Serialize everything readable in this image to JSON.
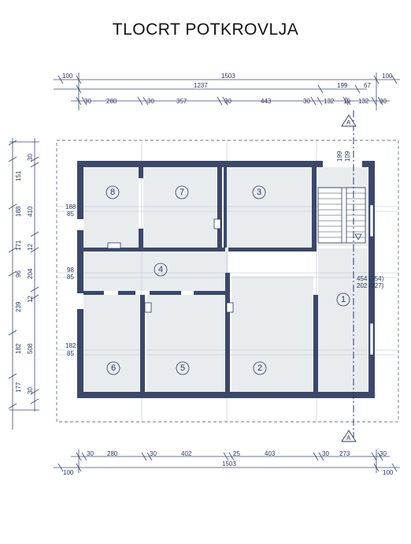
{
  "title": "TLOCRT  POTKROVLJA",
  "rooms": [
    "1",
    "2",
    "3",
    "4",
    "5",
    "6",
    "7",
    "8"
  ],
  "section_marker": "A",
  "top_dims": {
    "row1": [
      "100",
      "1503",
      "100"
    ],
    "row2": [
      "1237",
      "199",
      "67"
    ],
    "row3": [
      "30",
      "280",
      "30",
      "357",
      "30",
      "443",
      "30",
      "132",
      "10",
      "132",
      "30"
    ]
  },
  "bottom_dims": {
    "row1": [
      "30",
      "280",
      "30",
      "402",
      "25",
      "403",
      "30",
      "273",
      "30"
    ],
    "row2": [
      "100",
      "1503",
      "100"
    ]
  },
  "left_dims": {
    "outer": [
      "151",
      "188",
      "171",
      "96",
      "239",
      "182",
      "177"
    ],
    "inner": [
      "30",
      "410",
      "12",
      "204",
      "12",
      "508",
      "30"
    ]
  },
  "inner_labels": {
    "a": [
      "188",
      "85"
    ],
    "b": [
      "98",
      "85"
    ],
    "c": [
      "182",
      "85"
    ],
    "right": [
      "454 (254)",
      "202 (327)"
    ],
    "stair": [
      "199",
      "109"
    ]
  },
  "colors": {
    "ink": "#2a3a5e",
    "wall": "#3d4768",
    "fill": "#e9ecef"
  }
}
